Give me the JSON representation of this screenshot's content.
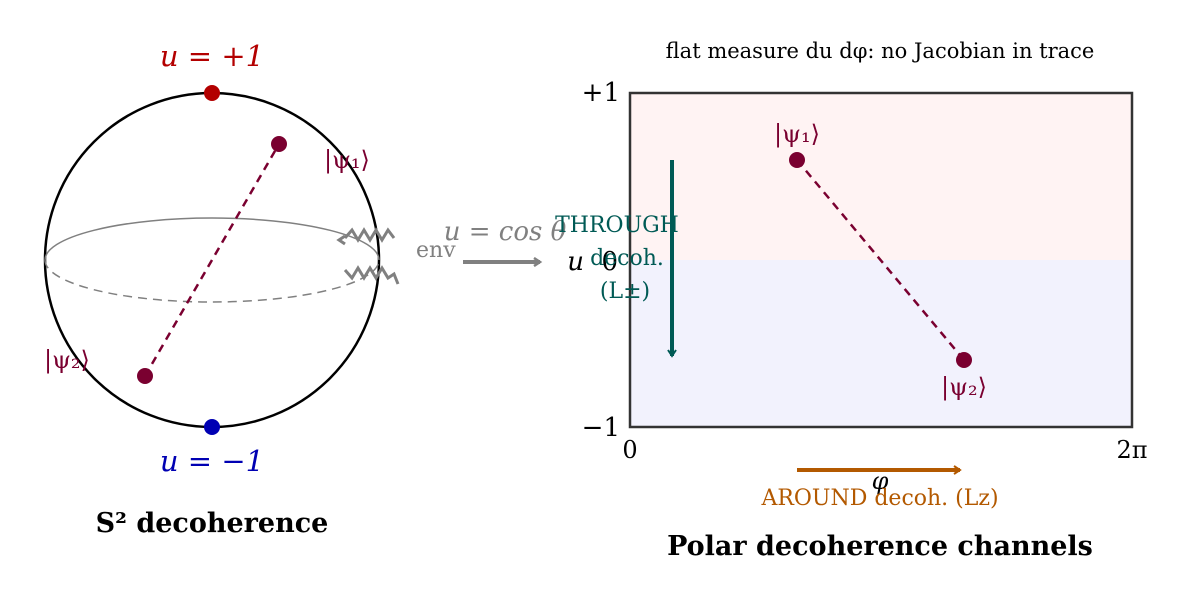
{
  "left": {
    "north_label": "u = +1",
    "south_label": "u = −1",
    "psi1_label": "|ψ₁⟩",
    "psi2_label": "|ψ₂⟩",
    "env_label": "env",
    "caption": "S² decoherence"
  },
  "map_label": "u = cos θ",
  "right": {
    "header": "flat measure du dφ: no Jacobian in trace",
    "y_top": "+1",
    "y_mid": "0",
    "y_axis_label": "u",
    "y_bottom": "−1",
    "x_left": "0",
    "x_right": "2π",
    "x_axis_label": "φ",
    "psi1_label": "|ψ₁⟩",
    "psi2_label": "|ψ₂⟩",
    "through_line1": "THROUGH",
    "through_line2": "decoh.",
    "through_line3": "(L±)",
    "around_label": "AROUND decoh. (Lz)",
    "caption": "Polar decoherence channels"
  },
  "colors": {
    "north": "#b30000",
    "south": "#0000b3",
    "state": "#7a0030",
    "env": "#808080",
    "through": "#005a55",
    "around": "#b35900",
    "upper_fill": "#fff3f3",
    "lower_fill": "#f2f2fd"
  }
}
